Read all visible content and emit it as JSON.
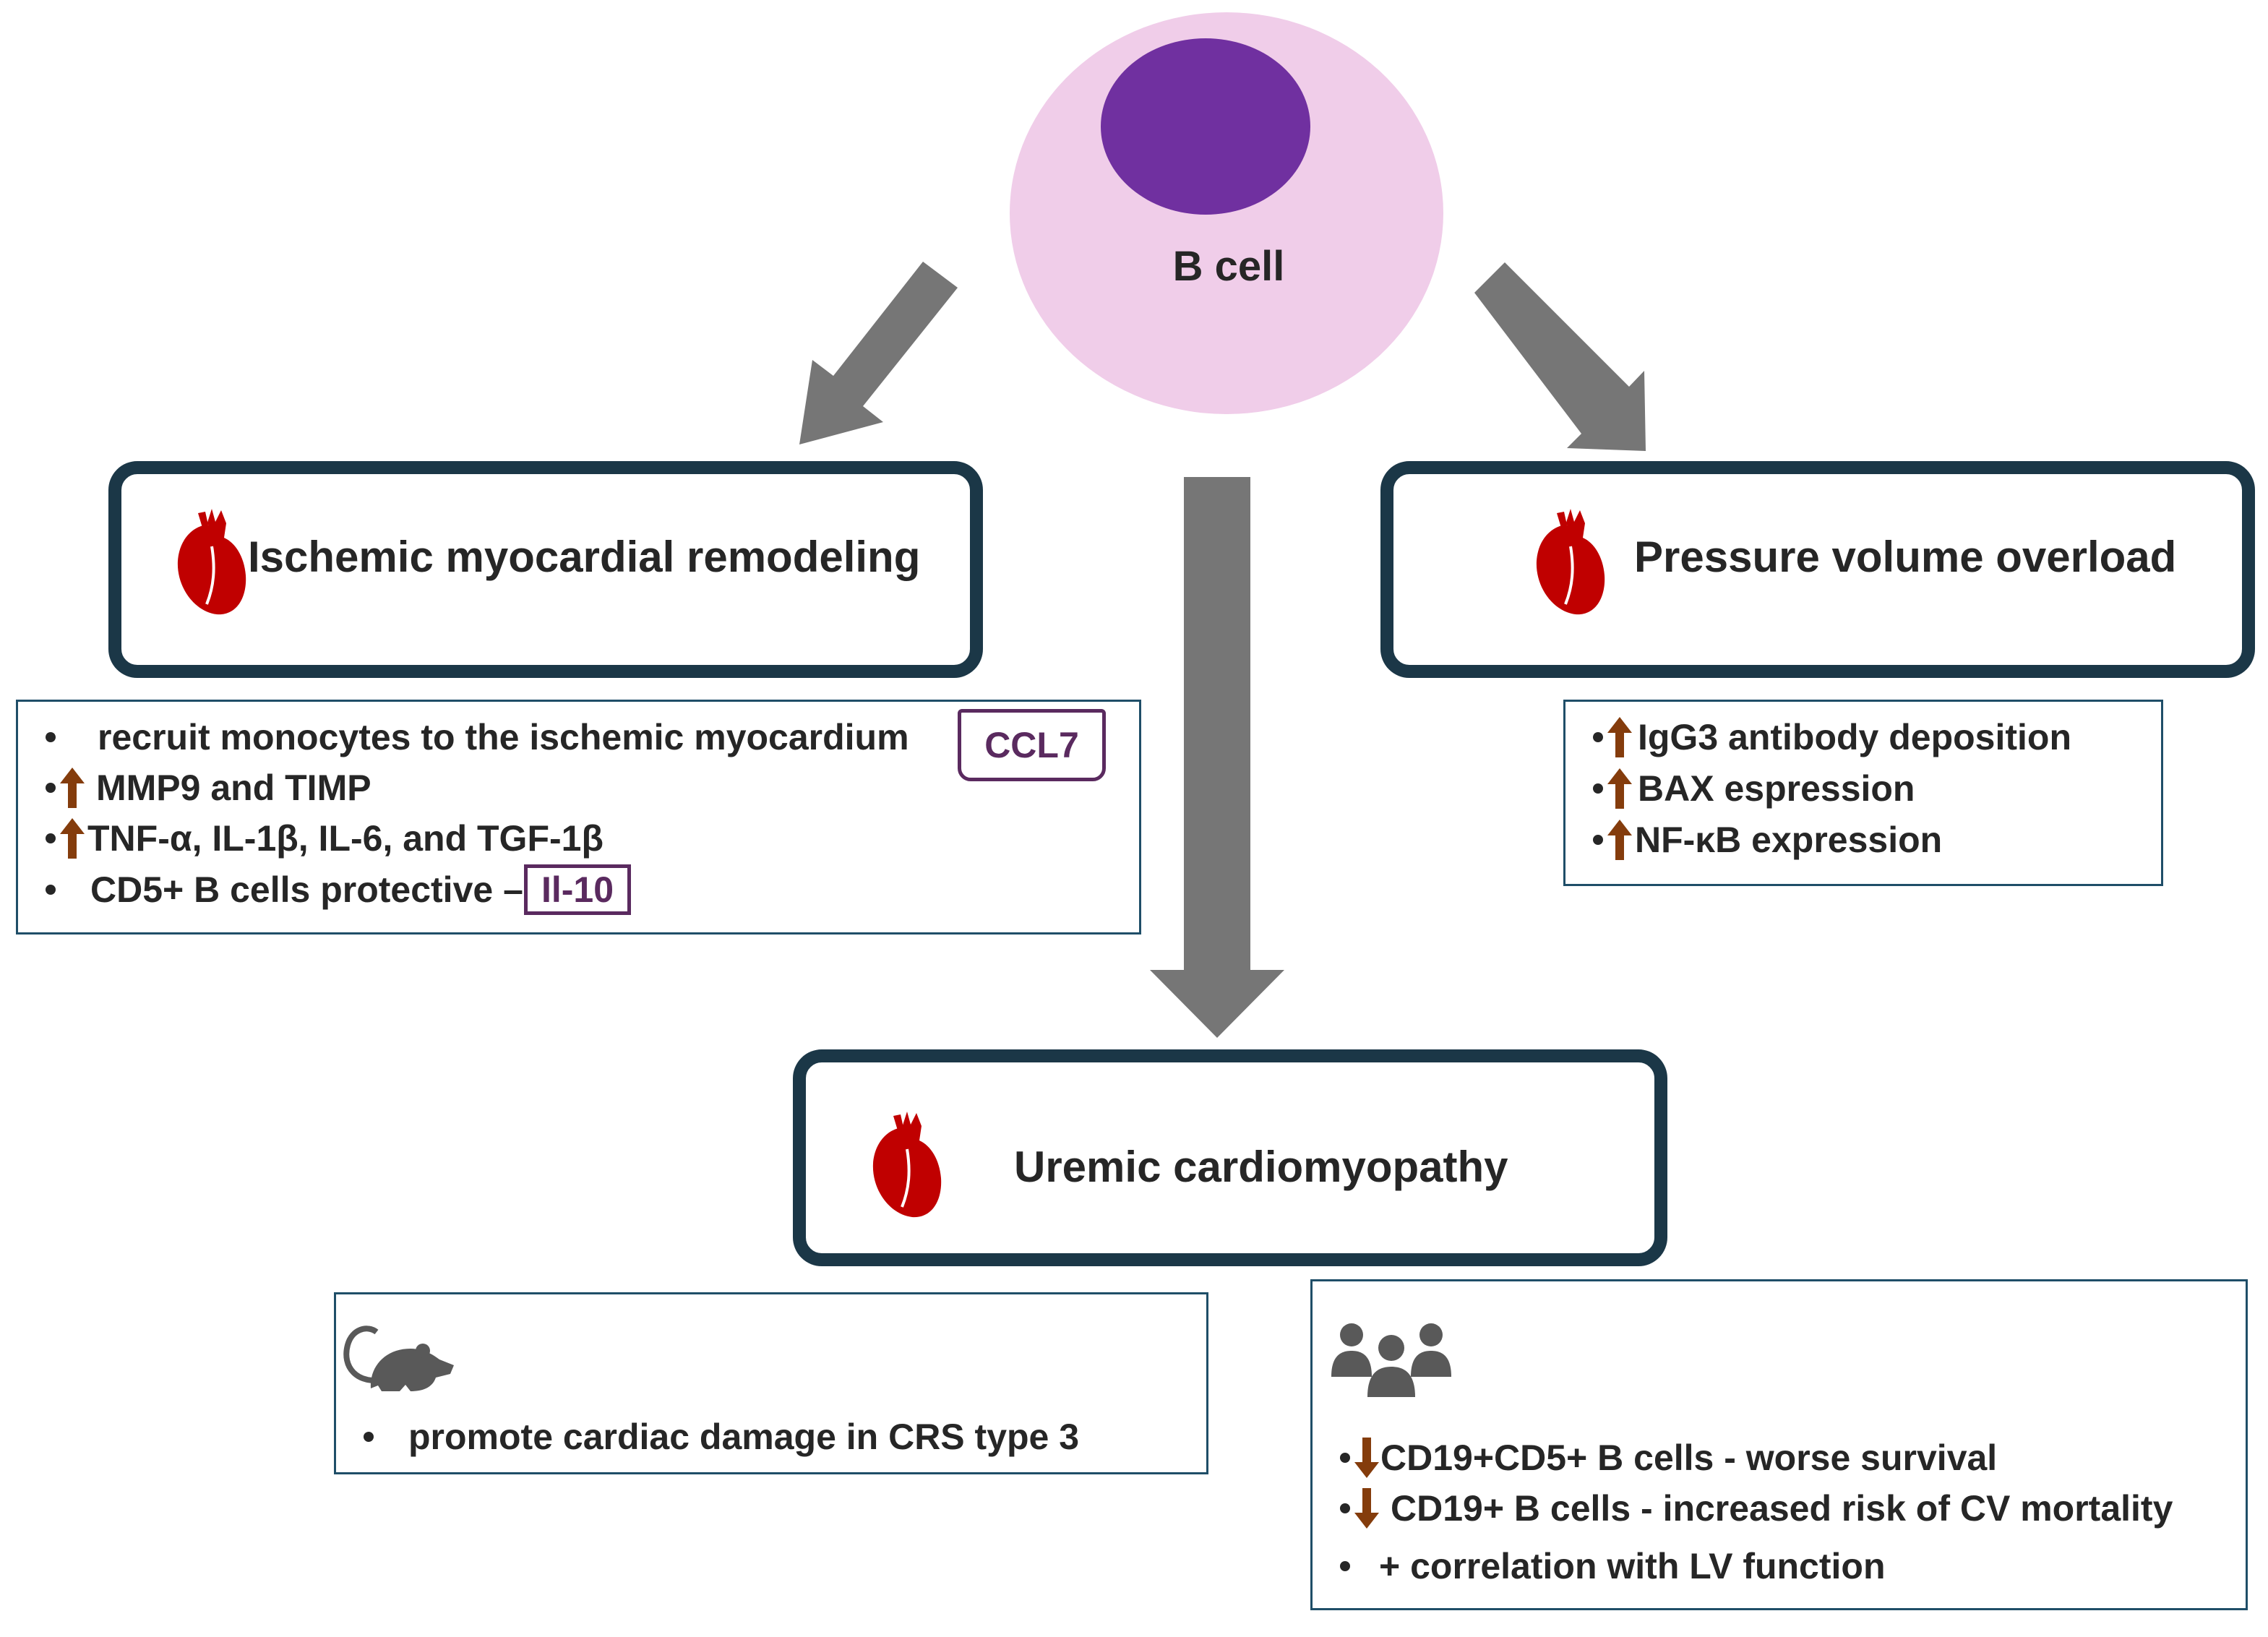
{
  "cell": {
    "label": "B cell"
  },
  "colors": {
    "cell_outer": "#f0cde9",
    "cell_nucleus": "#7030a0",
    "arrow": "#767676",
    "box_border": "#1b3747",
    "heart": "#c00000",
    "up_arrow": "#843c0c",
    "tag_border": "#5a2a5f"
  },
  "ischemic": {
    "title": "Ischemic myocardial remodeling",
    "items": [
      "recruit monocytes to the ischemic myocardium",
      "MMP9 and TIMP",
      "TNF-α, IL-1β, IL-6, and TGF-1β",
      "CD5+ B cells protective –"
    ],
    "tag_ccl7": "CCL7",
    "tag_il10": "Il-10"
  },
  "pressure": {
    "title": "Pressure volume overload",
    "items": [
      "IgG3 antibody deposition",
      "BAX espression",
      "NF-κB expression"
    ]
  },
  "uremic": {
    "title": "Uremic cardiomyopathy",
    "animal": {
      "icon": "mouse-icon",
      "items": [
        "promote cardiac damage in CRS type 3"
      ]
    },
    "human": {
      "icon": "people-icon",
      "items": [
        "CD19+CD5+ B cells - worse survival",
        "CD19+ B cells - increased risk of CV mortality",
        "+ correlation with LV function"
      ]
    }
  }
}
